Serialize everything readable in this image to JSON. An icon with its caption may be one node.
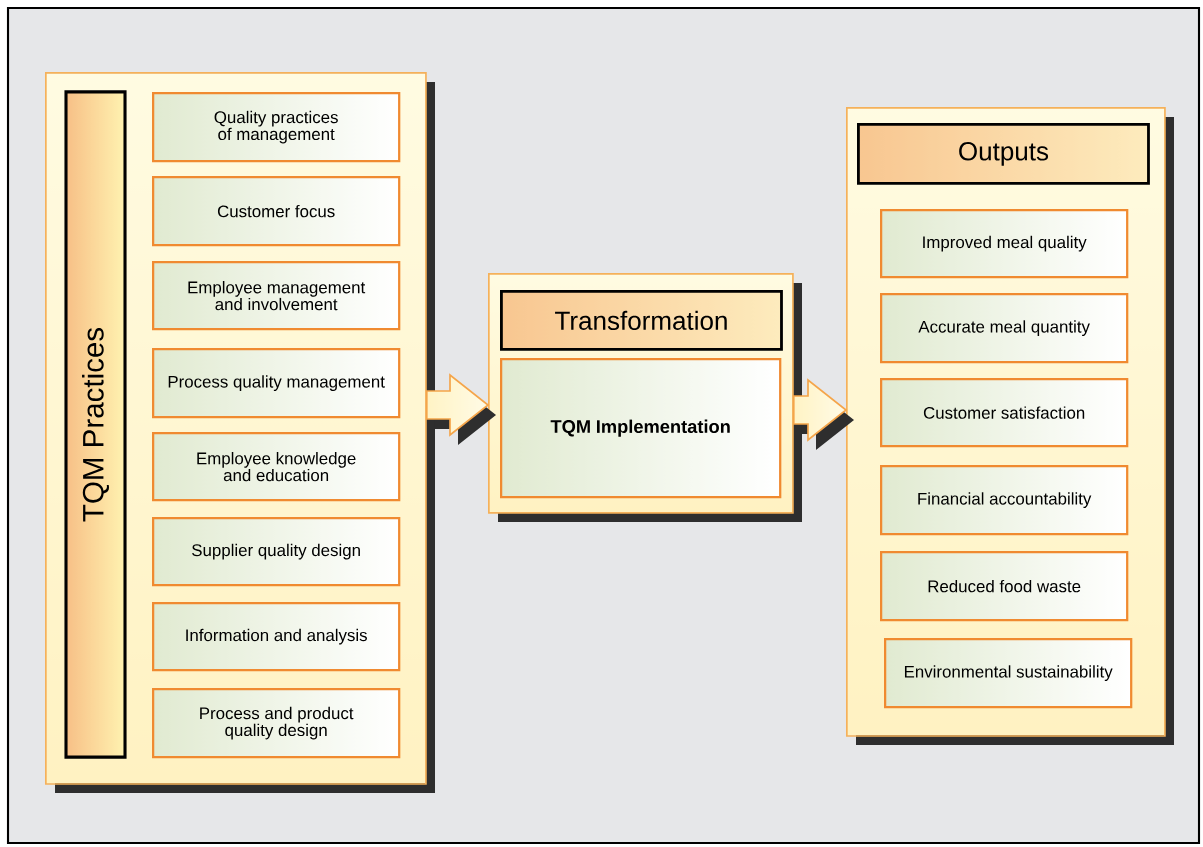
{
  "diagram": {
    "nodes": [
      {
        "text": [],
        "shape": "box"
      },
      {
        "text": [
          "TQM Practices"
        ],
        "in": 0
      },
      {
        "text": [
          "Quality practices of management"
        ],
        "in": 0
      },
      {
        "text": [
          "Customer focus"
        ],
        "in": 0
      },
      {
        "text": [
          "Employee management and involvement"
        ],
        "in": 0
      },
      {
        "text": [
          "Process quality management"
        ],
        "in": 0
      },
      {
        "text": [
          "Employee knowledge and education"
        ],
        "in": 0
      },
      {
        "text": [
          "Supplier quality design"
        ],
        "in": 0
      },
      {
        "text": [
          "Information and analysis"
        ],
        "in": 0
      },
      {
        "text": [
          "Process and product quality design"
        ],
        "in": 0
      },
      {
        "text": [],
        "shape": "box"
      },
      {
        "text": [
          "Transformation"
        ],
        "in": 10
      },
      {
        "text": [
          "TQM Implementation"
        ],
        "in": 10
      },
      {
        "text": [],
        "shape": "box"
      },
      {
        "text": [
          "Outputs"
        ],
        "in": 13
      },
      {
        "text": [
          "Improved meal quality"
        ],
        "in": 13
      },
      {
        "text": [
          "Accurate meal quantity"
        ],
        "in": 13
      },
      {
        "text": [
          "Customer satisfaction"
        ],
        "in": 13
      },
      {
        "text": [
          "Financial accountability"
        ],
        "in": 13
      },
      {
        "text": [
          "Reduced food waste"
        ],
        "in": 13
      },
      {
        "text": [
          "Environmental sustainability"
        ],
        "in": 13
      }
    ],
    "edges": [
      {
        "from": 0,
        "to": 10,
        "arrow": "to"
      },
      {
        "from": 10,
        "to": 13,
        "arrow": "to"
      }
    ]
  }
}
